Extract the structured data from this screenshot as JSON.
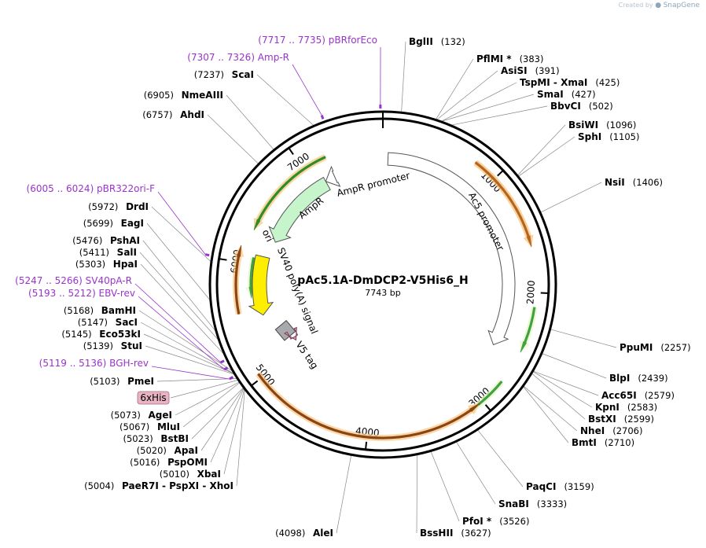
{
  "watermark": {
    "prefix": "Created by",
    "brand": "SnapGene"
  },
  "plasmid": {
    "name": "pAc5.1A-DmDCP2-V5His6_H",
    "length_label": "7743 bp",
    "length": 7743
  },
  "ticks": [
    {
      "label": "1000",
      "pos": 1000
    },
    {
      "label": "2000",
      "pos": 2000
    },
    {
      "label": "3000",
      "pos": 3000
    },
    {
      "label": "4000",
      "pos": 4000
    },
    {
      "label": "5000",
      "pos": 5000
    },
    {
      "label": "6000",
      "pos": 6000
    },
    {
      "label": "7000",
      "pos": 7000
    }
  ],
  "features": [
    {
      "name": "AmpR",
      "start": 6270,
      "end": 7120,
      "strand": -1,
      "color": "#c7f5cb",
      "label": "AmpR"
    },
    {
      "name": "AmpR promoter",
      "start": 7120,
      "end": 7225,
      "strand": -1,
      "color": "#ffffff",
      "label": "AmpR promoter"
    },
    {
      "name": "Ac5 promoter",
      "start": 50,
      "end": 2550,
      "strand": 1,
      "color": "#ffffff",
      "label": "Ac5 promoter"
    },
    {
      "name": "ori",
      "start": 5500,
      "end": 6090,
      "strand": -1,
      "color": "#ffee00",
      "label": "ori"
    },
    {
      "name": "SV40 poly(A) signal",
      "start": 5200,
      "end": 5330,
      "strand": -1,
      "color": "#a7a9ac",
      "label": "SV40 poly(A) signal"
    },
    {
      "name": "V5 tag",
      "start": 5108,
      "end": 5150,
      "strand": -1,
      "color": "#d9a0b8",
      "label": "V5 tag"
    }
  ],
  "orfs": [
    {
      "start": 6300,
      "end": 7220,
      "strand": -1,
      "color": "#f5c97a",
      "stroke": "#2e8b2e"
    },
    {
      "start": 800,
      "end": 1630,
      "strand": 1,
      "color": "#f7c47f",
      "stroke": "#b5651d"
    },
    {
      "start": 2120,
      "end": 2500,
      "strand": 1,
      "color": "#e8f5c8",
      "stroke": "#3fa33f"
    },
    {
      "start": 2780,
      "end": 3180,
      "strand": 1,
      "color": "#e8f5c8",
      "stroke": "#3fa33f"
    },
    {
      "start": 3030,
      "end": 5040,
      "strand": -1,
      "color": "#f9c98a",
      "stroke": "#8b4513"
    },
    {
      "start": 5680,
      "end": 6060,
      "strand": -1,
      "color": "#e8f5c8",
      "stroke": "#3fa33f"
    },
    {
      "start": 5560,
      "end": 6140,
      "strand": 1,
      "color": "#f9c98a",
      "stroke": "#8b4513"
    }
  ],
  "primers": [
    {
      "label": "(7717 .. 7735)  pBRforEco",
      "pos": 7726
    },
    {
      "label": "(7307 .. 7326)  Amp-R",
      "pos": 7316
    },
    {
      "label": "(6005 .. 6024)  pBR322ori-F",
      "pos": 6014
    },
    {
      "label": "(5247 .. 5266)  SV40pA-R",
      "pos": 5256
    },
    {
      "label": "(5193 .. 5212)  EBV-rev",
      "pos": 5202
    },
    {
      "label": "(5119 .. 5136)  BGH-rev",
      "pos": 5127
    }
  ],
  "sites_right": [
    {
      "name": "BglII",
      "pos_label": "(132)",
      "pos": 132
    },
    {
      "name": "PflMI *",
      "pos_label": "(383)",
      "pos": 383
    },
    {
      "name": "AsiSI",
      "pos_label": "(391)",
      "pos": 391
    },
    {
      "name": "TspMI  -  XmaI",
      "pos_label": "(425)",
      "pos": 425
    },
    {
      "name": "SmaI",
      "pos_label": "(427)",
      "pos": 427
    },
    {
      "name": "BbvCI",
      "pos_label": "(502)",
      "pos": 502
    },
    {
      "name": "BsiWI",
      "pos_label": "(1096)",
      "pos": 1096
    },
    {
      "name": "SphI",
      "pos_label": "(1105)",
      "pos": 1105
    },
    {
      "name": "NsiI",
      "pos_label": "(1406)",
      "pos": 1406
    },
    {
      "name": "PpuMI",
      "pos_label": "(2257)",
      "pos": 2257
    },
    {
      "name": "BlpI",
      "pos_label": "(2439)",
      "pos": 2439
    },
    {
      "name": "Acc65I",
      "pos_label": "(2579)",
      "pos": 2579
    },
    {
      "name": "KpnI",
      "pos_label": "(2583)",
      "pos": 2583
    },
    {
      "name": "BstXI",
      "pos_label": "(2599)",
      "pos": 2599
    },
    {
      "name": "NheI",
      "pos_label": "(2706)",
      "pos": 2706
    },
    {
      "name": "BmtI",
      "pos_label": "(2710)",
      "pos": 2710
    },
    {
      "name": "PaqCI",
      "pos_label": "(3159)",
      "pos": 3159
    },
    {
      "name": "SnaBI",
      "pos_label": "(3333)",
      "pos": 3333
    },
    {
      "name": "PfoI *",
      "pos_label": "(3526)",
      "pos": 3526
    },
    {
      "name": "BssHII",
      "pos_label": "(3627)",
      "pos": 3627
    }
  ],
  "sites_left": [
    {
      "name": "AleI",
      "pos_label": "(4098)",
      "pos": 4098
    },
    {
      "name": "PaeR7I  -  PspXI  -  XhoI",
      "pos_label": "(5004)",
      "pos": 5004
    },
    {
      "name": "XbaI",
      "pos_label": "(5010)",
      "pos": 5010
    },
    {
      "name": "PspOMI",
      "pos_label": "(5016)",
      "pos": 5016
    },
    {
      "name": "ApaI",
      "pos_label": "(5020)",
      "pos": 5020
    },
    {
      "name": "BstBI",
      "pos_label": "(5023)",
      "pos": 5023
    },
    {
      "name": "MluI",
      "pos_label": "(5067)",
      "pos": 5067
    },
    {
      "name": "AgeI",
      "pos_label": "(5073)",
      "pos": 5073
    },
    {
      "name": "PmeI",
      "pos_label": "(5103)",
      "pos": 5103
    },
    {
      "name": "StuI",
      "pos_label": "(5139)",
      "pos": 5139
    },
    {
      "name": "Eco53kI",
      "pos_label": "(5145)",
      "pos": 5145
    },
    {
      "name": "SacI",
      "pos_label": "(5147)",
      "pos": 5147
    },
    {
      "name": "BamHI",
      "pos_label": "(5168)",
      "pos": 5168
    },
    {
      "name": "HpaI",
      "pos_label": "(5303)",
      "pos": 5303
    },
    {
      "name": "SalI",
      "pos_label": "(5411)",
      "pos": 5411
    },
    {
      "name": "PshAI",
      "pos_label": "(5476)",
      "pos": 5476
    },
    {
      "name": "EagI",
      "pos_label": "(5699)",
      "pos": 5699
    },
    {
      "name": "DrdI",
      "pos_label": "(5972)",
      "pos": 5972
    },
    {
      "name": "AhdI",
      "pos_label": "(6757)",
      "pos": 6757
    },
    {
      "name": "NmeAIII",
      "pos_label": "(6905)",
      "pos": 6905
    },
    {
      "name": "ScaI",
      "pos_label": "(7237)",
      "pos": 7237
    }
  ],
  "tag_box": {
    "label": "6xHis",
    "pos": 5090,
    "color": "#e8b4c4"
  },
  "colors": {
    "primer": "#9933cc",
    "backbone": "#000000",
    "leader": "#888888"
  }
}
